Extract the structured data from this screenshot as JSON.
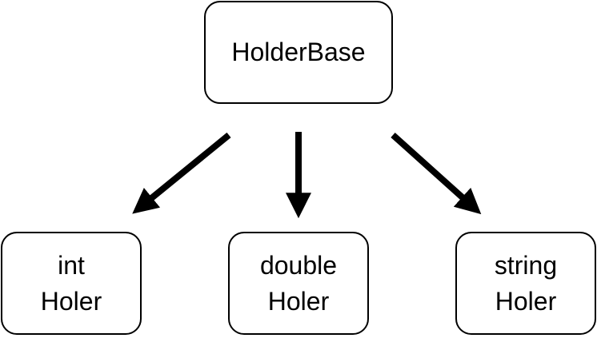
{
  "diagram": {
    "root": {
      "label": "HolderBase"
    },
    "children": [
      {
        "line1": "int",
        "line2": "Holer"
      },
      {
        "line1": "double",
        "line2": "Holer"
      },
      {
        "line1": "string",
        "line2": "Holer"
      }
    ],
    "colors": {
      "stroke": "#000000",
      "fill": "#ffffff"
    }
  }
}
